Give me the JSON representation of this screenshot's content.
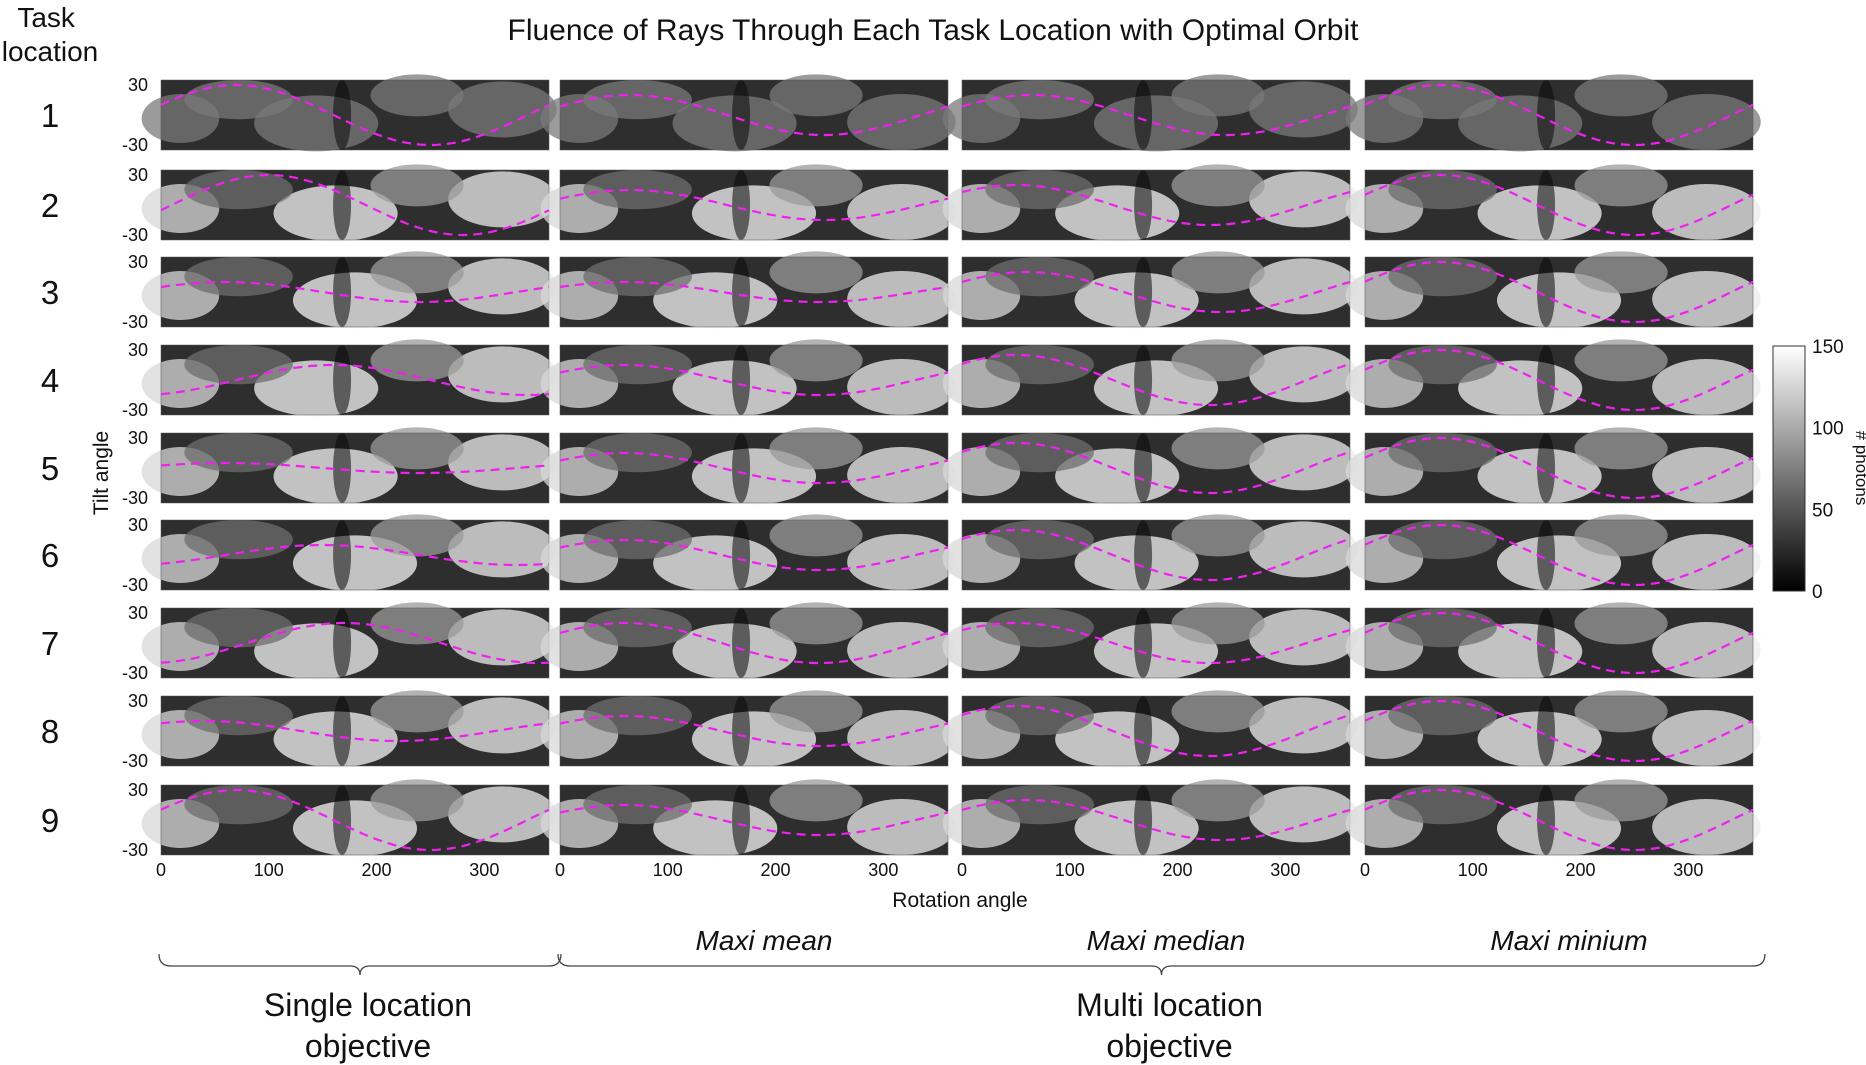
{
  "chart_data": {
    "type": "heatmap",
    "title": "Fluence of Rays Through Each Task Location with Optimal Orbit",
    "corner_label": "Task\nlocation",
    "xlabel": "Rotation angle",
    "ylabel": "Tilt angle",
    "x_ticks": [
      "0",
      "100",
      "200",
      "300"
    ],
    "x_tick_values": [
      0,
      100,
      200,
      300
    ],
    "xlim": [
      0,
      360
    ],
    "y_ticks": [
      "30",
      "-30"
    ],
    "y_tick_values": [
      30,
      -30
    ],
    "ylim": [
      -35,
      35
    ],
    "colormap": "gray",
    "orbit_color": "#ee22ee",
    "colorbar": {
      "label": "# photons",
      "ticks": [
        "150",
        "100",
        "50",
        "0"
      ],
      "tick_values": [
        150,
        100,
        50,
        0
      ],
      "range": [
        0,
        150
      ]
    },
    "rows": [
      "1",
      "2",
      "3",
      "4",
      "5",
      "6",
      "7",
      "8",
      "9"
    ],
    "columns": [
      {
        "method": "",
        "group": "single"
      },
      {
        "method": "Maxi mean",
        "group": "multi"
      },
      {
        "method": "Maxi median",
        "group": "multi"
      },
      {
        "method": "Maxi minium",
        "group": "multi"
      }
    ],
    "groups": [
      {
        "id": "single",
        "label": "Single location\nobjective"
      },
      {
        "id": "multi",
        "label": "Multi location\nobjective"
      }
    ],
    "orbits": [
      [
        {
          "a": 30,
          "p": 20
        },
        {
          "a": 20,
          "p": 25
        },
        {
          "a": 20,
          "p": 25
        },
        {
          "a": 30,
          "p": 20
        }
      ],
      [
        {
          "a": 30,
          "p": -10
        },
        {
          "a": 15,
          "p": 25
        },
        {
          "a": 20,
          "p": 40
        },
        {
          "a": 30,
          "p": 20
        }
      ],
      [
        {
          "a": 10,
          "p": 30
        },
        {
          "a": 10,
          "p": 30
        },
        {
          "a": 20,
          "p": 30
        },
        {
          "a": 30,
          "p": 20
        }
      ],
      [
        {
          "a": 15,
          "p": -70
        },
        {
          "a": 15,
          "p": 30
        },
        {
          "a": 25,
          "p": 40
        },
        {
          "a": 30,
          "p": 20
        }
      ],
      [
        {
          "a": 5,
          "p": 30
        },
        {
          "a": 15,
          "p": 30
        },
        {
          "a": 25,
          "p": 40
        },
        {
          "a": 30,
          "p": 20
        }
      ],
      [
        {
          "a": 10,
          "p": -60
        },
        {
          "a": 15,
          "p": 30
        },
        {
          "a": 25,
          "p": 40
        },
        {
          "a": 30,
          "p": 20
        }
      ],
      [
        {
          "a": 20,
          "p": -80
        },
        {
          "a": 20,
          "p": 30
        },
        {
          "a": 20,
          "p": 40
        },
        {
          "a": 30,
          "p": 20
        }
      ],
      [
        {
          "a": 10,
          "p": 50
        },
        {
          "a": 15,
          "p": 30
        },
        {
          "a": 25,
          "p": 40
        },
        {
          "a": 30,
          "p": 20
        }
      ],
      [
        {
          "a": 30,
          "p": 20
        },
        {
          "a": 15,
          "p": 30
        },
        {
          "a": 20,
          "p": 30
        },
        {
          "a": 30,
          "p": 20
        }
      ]
    ]
  }
}
